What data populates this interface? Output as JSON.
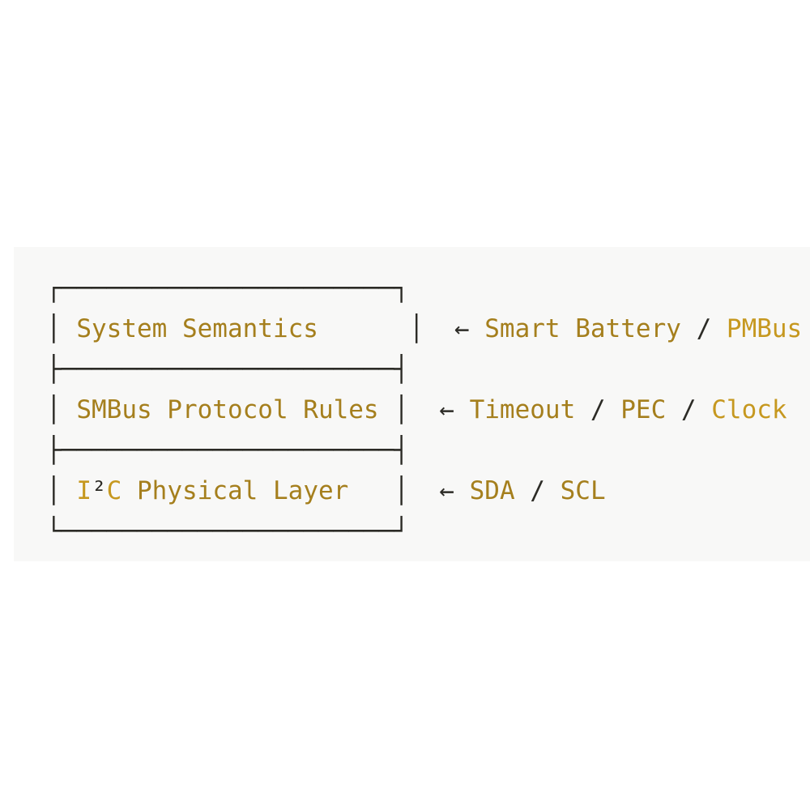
{
  "page": {
    "background": "#ffffff",
    "panel_background": "#f8f8f7"
  },
  "colors": {
    "ink": "#2c2b26",
    "gold": "#a57f1d",
    "gold_bright": "#c6981f"
  },
  "diagram": {
    "description": "SMBus layered stack ascii diagram",
    "arrow_glyph": "←",
    "layers": [
      {
        "label": "System Semantics",
        "annotation": "Smart Battery / PMBus"
      },
      {
        "label": "SMBus Protocol Rules",
        "annotation": "Timeout / PEC / Clock"
      },
      {
        "label": "I²C Physical Layer",
        "annotation": "SDA / SCL"
      }
    ],
    "lines": [
      {
        "name": "box-top-border",
        "segments": [
          {
            "t": "┌──────────────────────┐",
            "c": "ink"
          }
        ]
      },
      {
        "name": "layer-row-system-semantics",
        "segments": [
          {
            "t": "│ ",
            "c": "ink"
          },
          {
            "t": "System Semantics",
            "c": "gold"
          },
          {
            "t": "      │  ← ",
            "c": "ink"
          },
          {
            "t": "Smart Battery",
            "c": "gold"
          },
          {
            "t": " / ",
            "c": "ink"
          },
          {
            "t": "PMBus",
            "c": "gold_bright"
          }
        ]
      },
      {
        "name": "box-divider-upper",
        "segments": [
          {
            "t": "├──────────────────────┤",
            "c": "ink"
          }
        ]
      },
      {
        "name": "layer-row-smbus-protocol-rules",
        "segments": [
          {
            "t": "│ ",
            "c": "ink"
          },
          {
            "t": "SMBus Protocol Rules",
            "c": "gold"
          },
          {
            "t": " │  ← ",
            "c": "ink"
          },
          {
            "t": "Timeout",
            "c": "gold"
          },
          {
            "t": " / ",
            "c": "ink"
          },
          {
            "t": "PEC",
            "c": "gold"
          },
          {
            "t": " / ",
            "c": "ink"
          },
          {
            "t": "Clock",
            "c": "gold_bright"
          }
        ]
      },
      {
        "name": "box-divider-lower",
        "segments": [
          {
            "t": "├──────────────────────┤",
            "c": "ink"
          }
        ]
      },
      {
        "name": "layer-row-i2c-physical-layer",
        "segments": [
          {
            "t": "│ ",
            "c": "ink"
          },
          {
            "t": "I",
            "c": "gold_bright"
          },
          {
            "t": "²",
            "c": "ink"
          },
          {
            "t": "C",
            "c": "gold_bright"
          },
          {
            "t": " ",
            "c": "ink"
          },
          {
            "t": "Physical Layer",
            "c": "gold"
          },
          {
            "t": "   │  ← ",
            "c": "ink"
          },
          {
            "t": "SDA",
            "c": "gold"
          },
          {
            "t": " / ",
            "c": "ink"
          },
          {
            "t": "SCL",
            "c": "gold"
          }
        ]
      },
      {
        "name": "box-bottom-border",
        "segments": [
          {
            "t": "└──────────────────────┘",
            "c": "ink"
          }
        ]
      }
    ]
  }
}
